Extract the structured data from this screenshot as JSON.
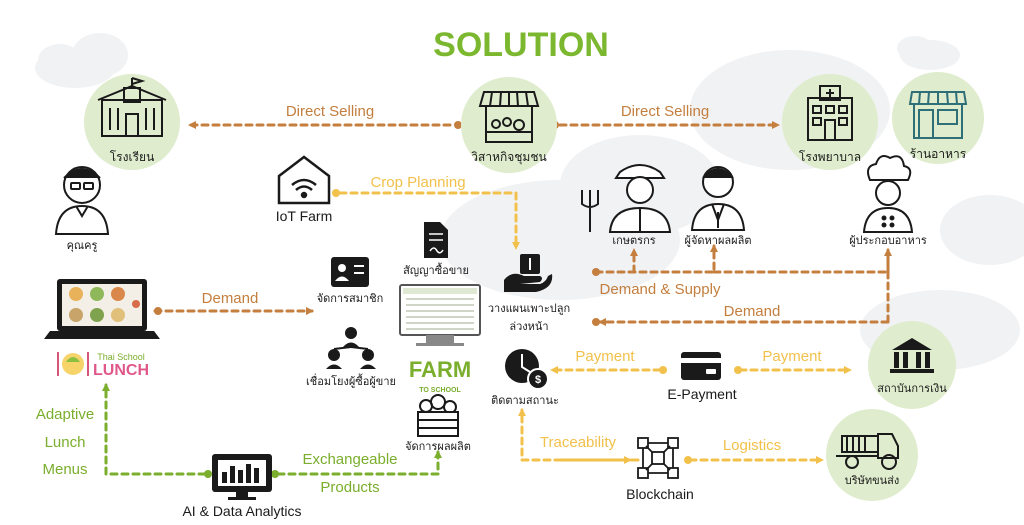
{
  "title": "SOLUTION",
  "colors": {
    "title": "#7cb82f",
    "brown": "#c47e3e",
    "brown_dark": "#b0703a",
    "yellow": "#f2c14b",
    "green": "#7aae2c",
    "circle": "#dfeccd",
    "icon": "#1a1a1a"
  },
  "nodes": {
    "school": "โรงเรียน",
    "teacher": "คุณครู",
    "community": "วิสาหกิจชุมชน",
    "hospital": "โรงพยาบาล",
    "restaurant": "ร้านอาหาร",
    "iot": "IoT Farm",
    "farmer": "เกษตรกร",
    "producer": "ผู้จัดหาผลผลิต",
    "restaurateur": "ผู้ประกอบอาหาร",
    "contract": "สัญญาซื้อขาย",
    "member": "จัดการสมาชิก",
    "network": "เชื่อมโยงผู้ซื้อผู้ขาย",
    "plan_line1": "วางแผนเพาะปลูก",
    "plan_line2": "ล่วงหน้า",
    "tracking": "ติดตามสถานะ",
    "produce": "จัดการผลผลิต",
    "epayment": "E-Payment",
    "finance": "สถาบันการเงิน",
    "blockchain": "Blockchain",
    "logistics_co": "บริษัทขนส่ง",
    "ai": "AI & Data Analytics",
    "lunch_small": "Thai School",
    "lunch_big": "LUNCH",
    "farm_logo": "FARM",
    "farm_sub": "TO SCHOOL"
  },
  "edges": {
    "direct_selling_left": "Direct Selling",
    "direct_selling_right": "Direct Selling",
    "crop_planning": "Crop Planning",
    "demand_left": "Demand",
    "demand_supply": "Demand & Supply",
    "demand_right": "Demand",
    "payment_left": "Payment",
    "payment_right": "Payment",
    "traceability": "Traceability",
    "logistics": "Logistics",
    "adaptive_1": "Adaptive",
    "adaptive_2": "Lunch",
    "adaptive_3": "Menus",
    "exchangeable_1": "Exchangeable",
    "exchangeable_2": "Products"
  }
}
